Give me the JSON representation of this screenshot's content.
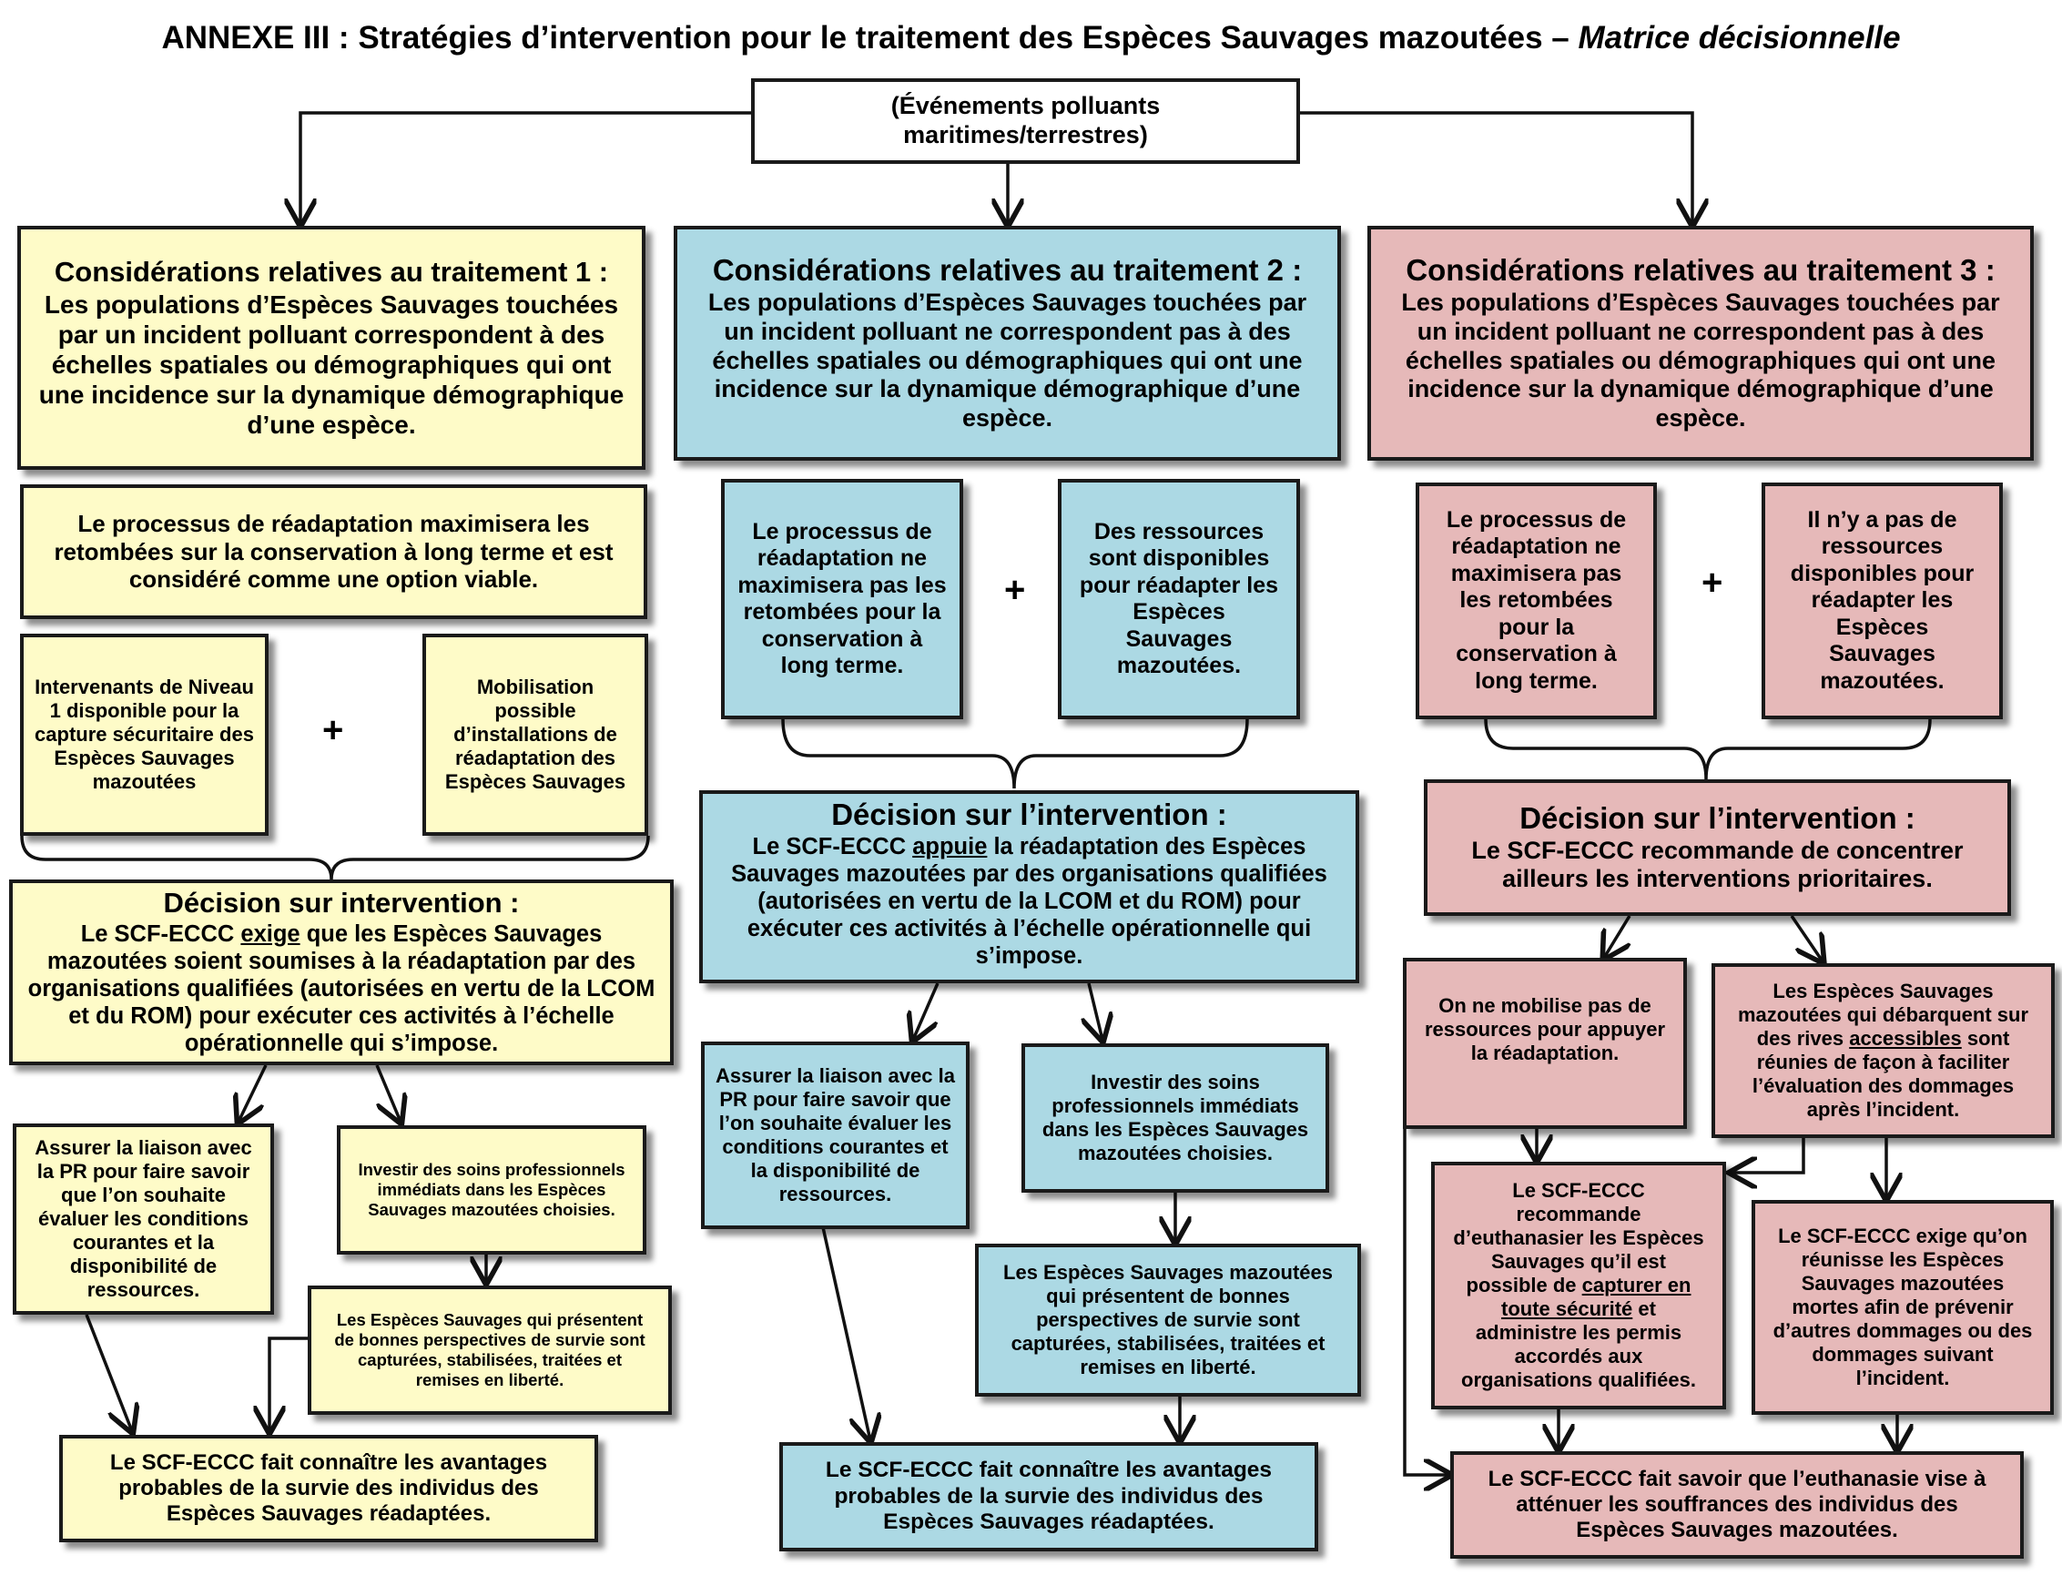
{
  "title": {
    "prefix": "ANNEXE III : Stratégies d’intervention pour le traitement des Espèces Sauvages mazoutées – ",
    "italic": "Matrice décisionnelle"
  },
  "root": {
    "text": "(Événements polluants maritimes/terrestres)"
  },
  "col1": {
    "consideration_heading": "Considérations relatives au traitement 1 :",
    "consideration_body": "Les populations d’Espèces Sauvages touchées par un incident polluant correspondent à des échelles spatiales ou démographiques qui ont une incidence sur la dynamique démographique d’une espèce.",
    "process": "Le processus de réadaptation maximisera les retombées sur la conservation à long terme et est considéré comme une option viable.",
    "req1": "Intervenants de Niveau 1 disponible pour la capture sécuritaire des Espèces Sauvages mazoutées",
    "plus": "+",
    "req2": "Mobilisation possible d’installations de réadaptation des Espèces Sauvages",
    "decision_heading": "Décision sur intervention :",
    "decision_pre": "Le SCF-ECCC ",
    "decision_underlined": "exige",
    "decision_post": " que les Espèces Sauvages mazoutées soient soumises à la réadaptation par des organisations qualifiées (autorisées en vertu de la LCOM et du ROM) pour exécuter ces activités à l’échelle opérationnelle qui s’impose.",
    "liaison": "Assurer la liaison avec la PR pour faire savoir que l’on souhaite évaluer les conditions courantes et la disponibilité de ressources.",
    "invest": "Investir des soins professionnels immédiats dans les Espèces Sauvages mazoutées choisies.",
    "capture": "Les Espèces Sauvages qui présentent de bonnes perspectives de survie sont capturées, stabilisées, traitées et remises en liberté.",
    "outcome": "Le SCF-ECCC fait connaître les avantages probables de la survie des individus des Espèces Sauvages réadaptées."
  },
  "col2": {
    "consideration_heading": "Considérations relatives au traitement 2 :",
    "consideration_body": "Les populations d’Espèces Sauvages touchées par un incident polluant ne correspondent pas à des échelles spatiales ou démographiques qui ont une incidence sur la dynamique démographique d’une espèce.",
    "process": "Le processus de réadaptation ne maximisera pas les retombées pour la conservation à long terme.",
    "plus": "+",
    "resources": "Des ressources sont disponibles pour réadapter les Espèces Sauvages mazoutées.",
    "decision_heading": "Décision sur l’intervention :",
    "decision_pre": "Le SCF-ECCC ",
    "decision_underlined": "appuie",
    "decision_post": " la réadaptation des Espèces Sauvages mazoutées par des organisations qualifiées (autorisées en vertu de la LCOM et du ROM) pour exécuter ces activités à l’échelle opérationnelle qui s’impose.",
    "liaison": "Assurer la liaison avec la PR pour faire savoir que l’on souhaite évaluer les conditions courantes et la disponibilité de ressources.",
    "invest": "Investir des soins professionnels immédiats dans les Espèces Sauvages mazoutées choisies.",
    "capture": "Les Espèces Sauvages mazoutées qui présentent de bonnes perspectives de survie sont capturées, stabilisées, traitées et remises en liberté.",
    "outcome": "Le SCF-ECCC fait connaître les avantages probables de la survie des individus des Espèces Sauvages réadaptées."
  },
  "col3": {
    "consideration_heading": "Considérations relatives au traitement 3 :",
    "consideration_body": "Les populations d’Espèces Sauvages touchées par un incident polluant ne correspondent pas à des échelles spatiales ou démographiques qui ont une incidence sur la dynamique démographique d’une espèce.",
    "process": "Le processus de réadaptation ne maximisera pas les retombées pour la conservation à long terme.",
    "plus": "+",
    "no_resources": "Il n’y a pas de ressources disponibles pour réadapter les Espèces Sauvages mazoutées.",
    "decision_heading": "Décision sur l’intervention :",
    "decision_body": "Le SCF-ECCC recommande de concentrer ailleurs les interventions prioritaires.",
    "no_mobilize": "On ne mobilise pas de ressources pour appuyer la réadaptation.",
    "shore_pre": "Les Espèces Sauvages mazoutées qui débarquent sur des rives ",
    "shore_underlined": "accessibles",
    "shore_post": " sont réunies de façon à faciliter l’évaluation des dommages après l’incident.",
    "euth_pre": "Le SCF-ECCC recommande d’euthanasier les Espèces Sauvages qu’il est possible de ",
    "euth_underlined": "capturer en toute sécurité",
    "euth_post": " et administre les permis accordés aux organisations qualifiées.",
    "dead": "Le SCF-ECCC exige qu’on réunisse les Espèces Sauvages mazoutées mortes afin de prévenir d’autres dommages ou des dommages suivant l’incident.",
    "outcome": "Le SCF-ECCC fait savoir que l’euthanasie vise à atténuer les souffrances des individus des Espèces Sauvages mazoutées."
  },
  "colors": {
    "yellow": "#fefbc8",
    "blue": "#acd9e4",
    "red": "#e6b9b9",
    "border": "#1a1a1a"
  }
}
